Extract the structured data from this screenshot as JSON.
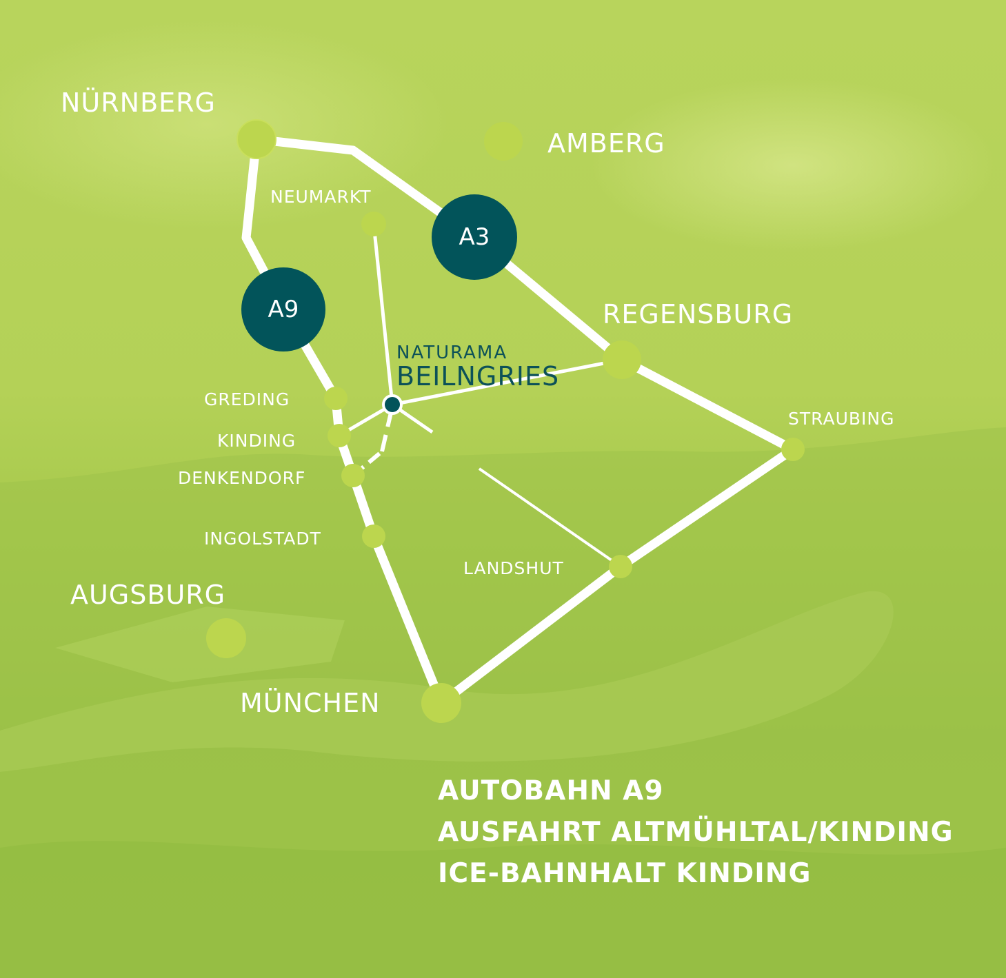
{
  "colors": {
    "background": "#b4d157",
    "route": "#ffffff",
    "city_dot": "#bcd64e",
    "badge": "#02545a",
    "destination_text": "#0c5158"
  },
  "cities": {
    "nuernberg": "NÜRNBERG",
    "amberg": "AMBERG",
    "neumarkt": "NEUMARKT",
    "regensburg": "REGENSBURG",
    "greding": "GREDING",
    "kinding": "KINDING",
    "denkendorf": "DENKENDORF",
    "straubing": "STRAUBING",
    "ingolstadt": "INGOLSTADT",
    "landshut": "LANDSHUT",
    "augsburg": "AUGSBURG",
    "muenchen": "MÜNCHEN"
  },
  "badges": {
    "a9": "A9",
    "a3": "A3"
  },
  "destination": {
    "line1": "NATURAMA",
    "line2": "BEILNGRIES"
  },
  "info": {
    "line1": "AUTOBAHN A9",
    "line2": "AUSFAHRT ALTMÜHLTAL/KINDING",
    "line3": "ICE-BAHNHALT KINDING"
  }
}
